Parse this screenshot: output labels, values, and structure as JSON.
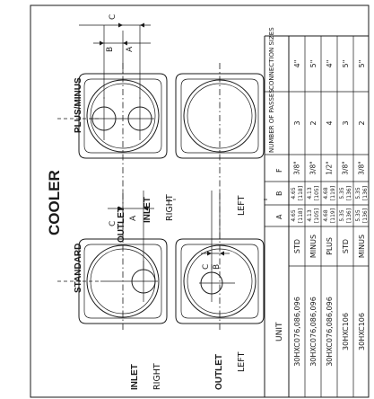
{
  "title": "COOLER",
  "views": {
    "standard": {
      "heading": "STANDARD",
      "inlet": "INLET",
      "inlet_side": "RIGHT",
      "outlet": "OUTLET",
      "outlet_side": "LEFT"
    },
    "plus_minus": {
      "heading": "PLUS/MINUS",
      "outlet": "OUTLET",
      "inlet": "INLET",
      "inlet_side": "RIGHT",
      "left_side": "LEFT"
    }
  },
  "dims": {
    "a": "A",
    "b": "B",
    "centerline": "C"
  },
  "table": {
    "headers": {
      "unit": "UNIT",
      "a": "A",
      "b": "B",
      "f": "F",
      "passes": "NUMBER OF PASSES",
      "conn": "CONNECTION SIZES"
    },
    "rows": [
      {
        "unit": "30HXC076,086,096",
        "type": "STD",
        "a_in": "4.65",
        "a_mm": "[118]",
        "b_in": "4.65",
        "b_mm": "[118]",
        "f": "3/8\"",
        "passes": "3",
        "conn": "4\""
      },
      {
        "unit": "30HXC076,086,096",
        "type": "MINUS",
        "a_in": "4.13",
        "a_mm": "[105]",
        "b_in": "4.13",
        "b_mm": "[105]",
        "f": "3/8\"",
        "passes": "2",
        "conn": "5\""
      },
      {
        "unit": "30HXC076,086,096",
        "type": "PLUS",
        "a_in": "4.68",
        "a_mm": "[119]",
        "b_in": "4.68",
        "b_mm": "[119]",
        "f": "1/2\"",
        "passes": "4",
        "conn": "4\""
      },
      {
        "unit": "30HXC106",
        "type": "STD",
        "a_in": "5.35",
        "a_mm": "[136]",
        "b_in": "5.35",
        "b_mm": "[136]",
        "f": "3/8\"",
        "passes": "3",
        "conn": "5\""
      },
      {
        "unit": "30HXC106",
        "type": "MINUS",
        "a_in": "5.35",
        "a_mm": "[136]",
        "b_in": "5.35",
        "b_mm": "[136]",
        "f": "3/8\"",
        "passes": "2",
        "conn": "5\""
      }
    ]
  }
}
